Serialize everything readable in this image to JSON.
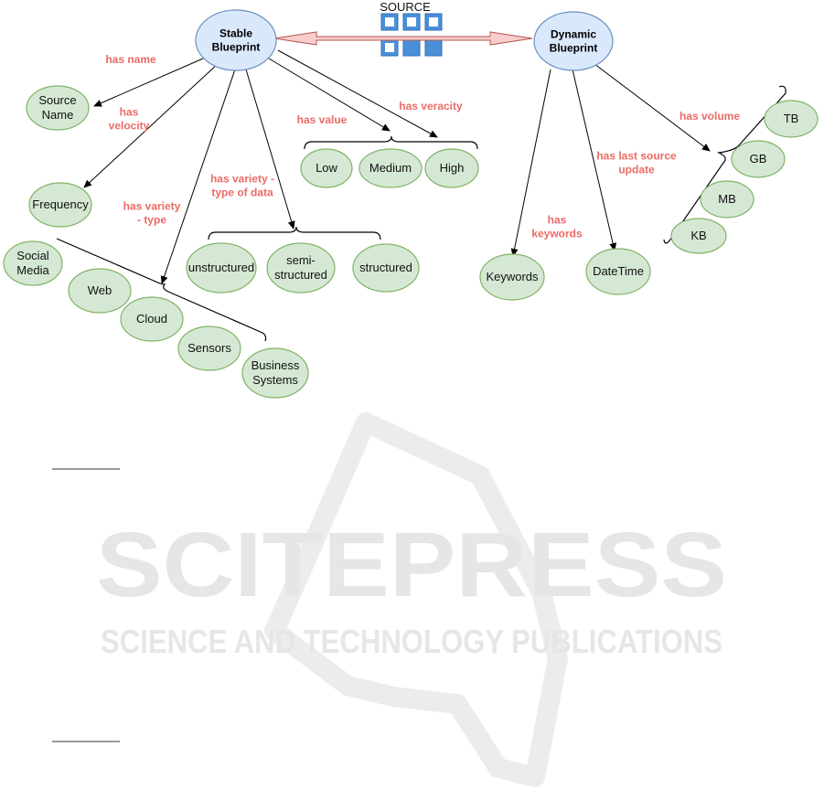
{
  "colors": {
    "node_fill": "#d5e8d4",
    "node_stroke": "#82b366",
    "blueprint_fill": "#dae8fc",
    "blueprint_stroke": "#6c8ebf",
    "edge_label": "#ea6b66",
    "arrow_fill": "#f8cecc",
    "arrow_stroke": "#b85450",
    "logo": "#4a90d9",
    "watermark": "#ececec"
  },
  "source_label": "SOURCE",
  "blueprints": {
    "stable": [
      "Stable",
      "Blueprint"
    ],
    "dynamic": [
      "Dynamic",
      "Blueprint"
    ]
  },
  "edge_labels": {
    "has_name": [
      "has name"
    ],
    "has_velocity": [
      "has",
      "velocity"
    ],
    "has_value": [
      "has value"
    ],
    "has_veracity": [
      "has veracity"
    ],
    "has_variety_type": [
      "has variety",
      "- type"
    ],
    "has_variety_data": [
      "has variety -",
      "type of data"
    ],
    "has_keywords": [
      "has",
      "keywords"
    ],
    "has_last_update": [
      "has last source",
      "update"
    ],
    "has_volume": [
      "has volume"
    ]
  },
  "nodes": {
    "source_name": [
      "Source",
      "Name"
    ],
    "frequency": [
      "Frequency"
    ],
    "low": [
      "Low"
    ],
    "medium": [
      "Medium"
    ],
    "high": [
      "High"
    ],
    "unstructured": [
      "unstructured"
    ],
    "semi_structured": [
      "semi-",
      "structured"
    ],
    "structured": [
      "structured"
    ],
    "social_media": [
      "Social",
      "Media"
    ],
    "web": [
      "Web"
    ],
    "cloud": [
      "Cloud"
    ],
    "sensors": [
      "Sensors"
    ],
    "business_systems": [
      "Business",
      "Systems"
    ],
    "keywords": [
      "Keywords"
    ],
    "datetime": [
      "DateTime"
    ],
    "tb": [
      "TB"
    ],
    "gb": [
      "GB"
    ],
    "mb": [
      "MB"
    ],
    "kb": [
      "KB"
    ]
  },
  "watermark": {
    "title": "SCITEPRESS",
    "subtitle": "SCIENCE AND TECHNOLOGY PUBLICATIONS"
  }
}
